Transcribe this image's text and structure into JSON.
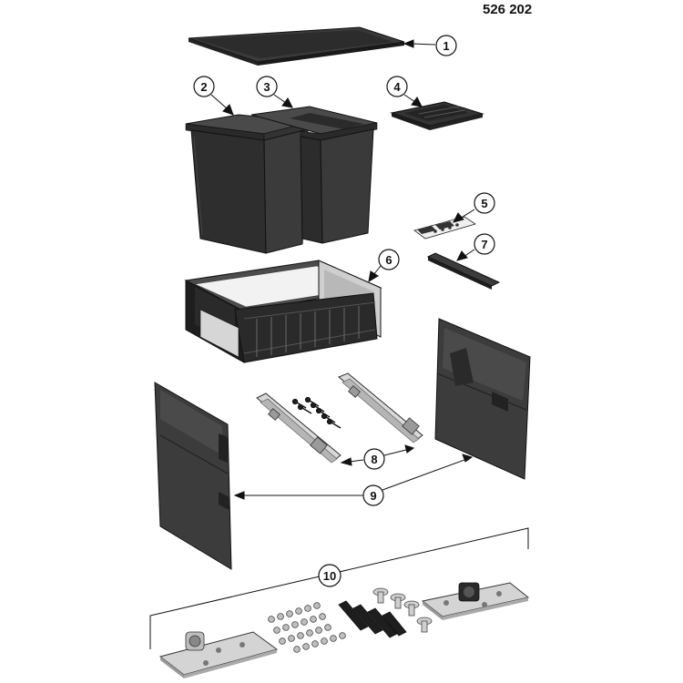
{
  "article_number": "526 202",
  "callouts": [
    {
      "id": "1",
      "part": "lid"
    },
    {
      "id": "2",
      "part": "large-bin"
    },
    {
      "id": "3",
      "part": "small-bin"
    },
    {
      "id": "4",
      "part": "tray"
    },
    {
      "id": "5",
      "part": "pads"
    },
    {
      "id": "6",
      "part": "frame"
    },
    {
      "id": "7",
      "part": "rail-strip"
    },
    {
      "id": "8",
      "part": "runners-and-screws"
    },
    {
      "id": "9",
      "part": "side-panels"
    },
    {
      "id": "10",
      "part": "mounting-hardware"
    }
  ],
  "colors": {
    "part_dark": "#2f2f2f",
    "part_mid": "#3d3d3d",
    "part_light": "#555555",
    "metal": "#c9c9c9",
    "outline": "#111111"
  }
}
